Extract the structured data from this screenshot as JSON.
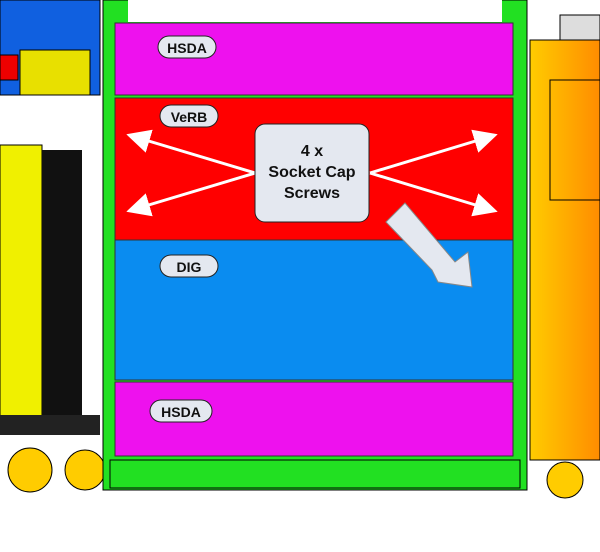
{
  "labels": {
    "top_module": "HSDA",
    "verb_module": "VeRB",
    "dig_module": "DIG",
    "bottom_module": "HSDA"
  },
  "callout": {
    "line1": "4 x",
    "line2": "Socket Cap",
    "line3": "Screws"
  },
  "colors": {
    "hsda": "#ee11ee",
    "verb": "#ff0000",
    "dig": "#0a8cf0",
    "frame": "#22e022",
    "callout_bg": "#e4e8f0"
  }
}
